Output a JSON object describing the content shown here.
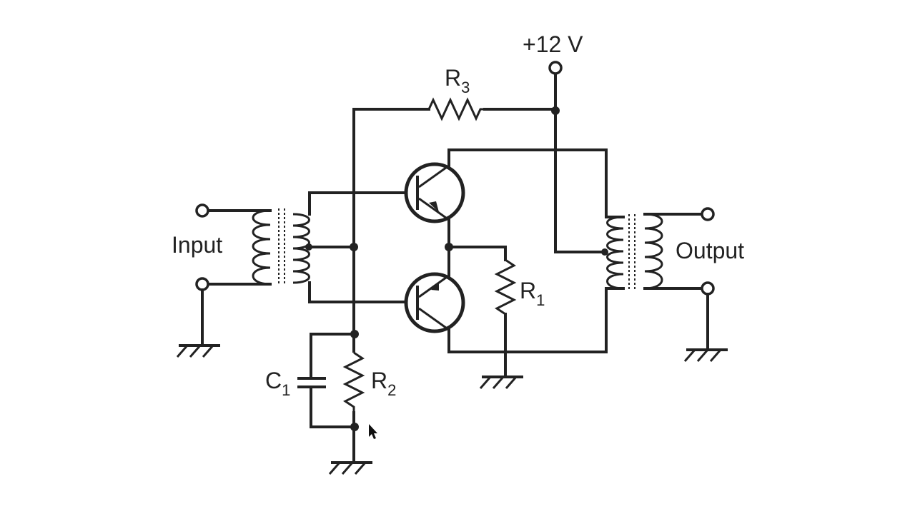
{
  "labels": {
    "supply": "+12 V",
    "r3_letter": "R",
    "r3_sub": "3",
    "r1_letter": "R",
    "r1_sub": "1",
    "r2_letter": "R",
    "r2_sub": "2",
    "c1_letter": "C",
    "c1_sub": "1",
    "input": "Input",
    "output": "Output"
  },
  "colors": {
    "ink": "#222222",
    "background": "#ffffff"
  },
  "icons": {
    "pointer": "mouse-pointer-icon"
  }
}
